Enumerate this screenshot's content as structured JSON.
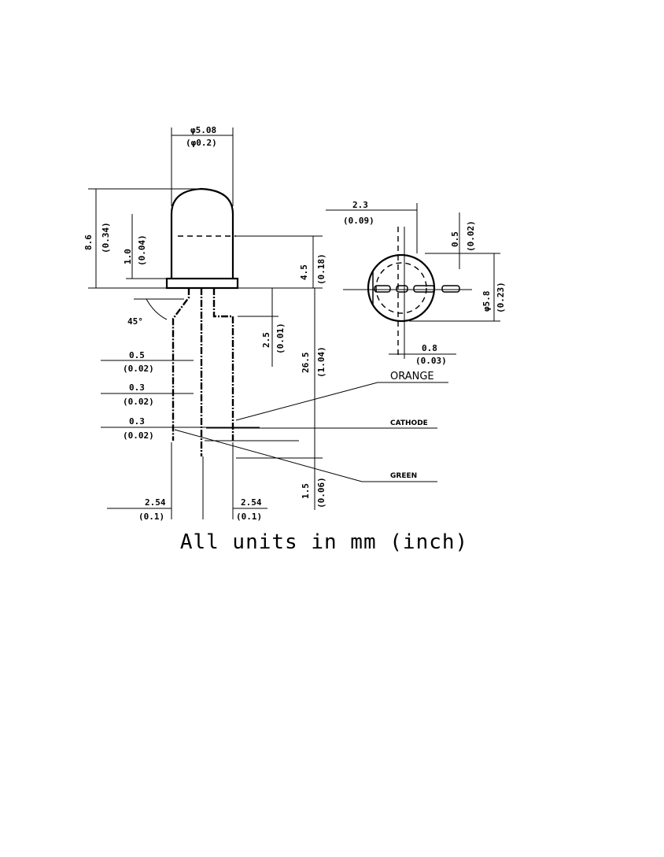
{
  "side_view": {
    "top_diameter": "φ5.08",
    "top_diameter_inch": "(φ0.2)",
    "body_height": "8.6",
    "body_height_inch": "(0.34)",
    "dome_offset": "1.0",
    "dome_offset_inch": "(0.04)",
    "flange_height": "4.5",
    "flange_height_inch": "(0.18)",
    "bend_angle": "45°",
    "lead_step": "2.5",
    "lead_step_inch": "(0.01)",
    "lead_length": "26.5",
    "lead_length_inch": "(1.04)",
    "lead_w1": "0.5",
    "lead_w1_inch": "(0.02)",
    "lead_w2": "0.3",
    "lead_w2_inch": "(0.02)",
    "lead_w3": "0.3",
    "lead_w3_inch": "(0.02)",
    "lead_tip": "1.5",
    "lead_tip_inch": "(0.06)",
    "pitch_left": "2.54",
    "pitch_left_inch": "(0.1)",
    "pitch_right": "2.54",
    "pitch_right_inch": "(0.1)"
  },
  "bottom_view": {
    "offset": "2.3",
    "offset_inch": "(0.09)",
    "gap": "0.5",
    "gap_inch": "(0.02)",
    "diameter": "φ5.8",
    "diameter_inch": "(0.23)",
    "lead_width": "0.8",
    "lead_width_inch": "(0.03)"
  },
  "leads": {
    "orange": "ORANGE",
    "cathode": "CATHODE",
    "green": "GREEN"
  },
  "caption": "All units in mm (inch)"
}
